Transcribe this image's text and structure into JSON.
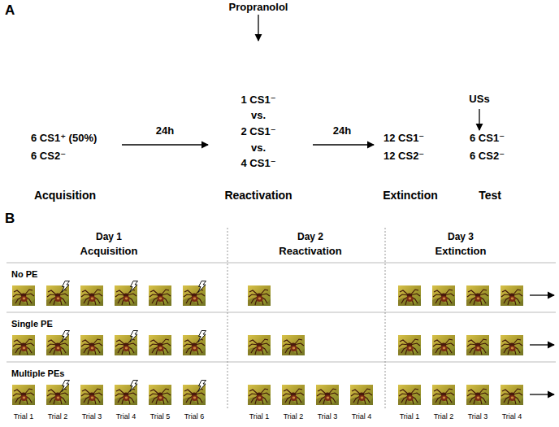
{
  "diagram": {
    "labels": [
      "A",
      "Propranolol",
      "1 CS1⁻",
      "vs.",
      "USs",
      "2 CS1⁻",
      "24h",
      "24h",
      "6 CS1⁺ (50%)",
      "12 CS1⁻",
      "6 CS1⁻",
      "vs.",
      "6 CS2⁻",
      "12 CS2⁻",
      "6 CS2⁻",
      "4 CS1⁻",
      "Acquisition",
      "Reactivation",
      "Extinction",
      "Test",
      "B",
      "Day 1",
      "Day 2",
      "Day 3",
      "Acquisition",
      "Reactivation",
      "Extinction",
      "No PE",
      "Single PE",
      "Multiple PEs",
      "Trial 1",
      "Trial 2",
      "Trial 3",
      "Trial 4",
      "Trial 5",
      "Trial 6",
      "Trial 1",
      "Trial 2",
      "Trial 3",
      "Trial 4",
      "Trial 1",
      "Trial 2",
      "Trial 3",
      "Trial 4"
    ]
  }
}
